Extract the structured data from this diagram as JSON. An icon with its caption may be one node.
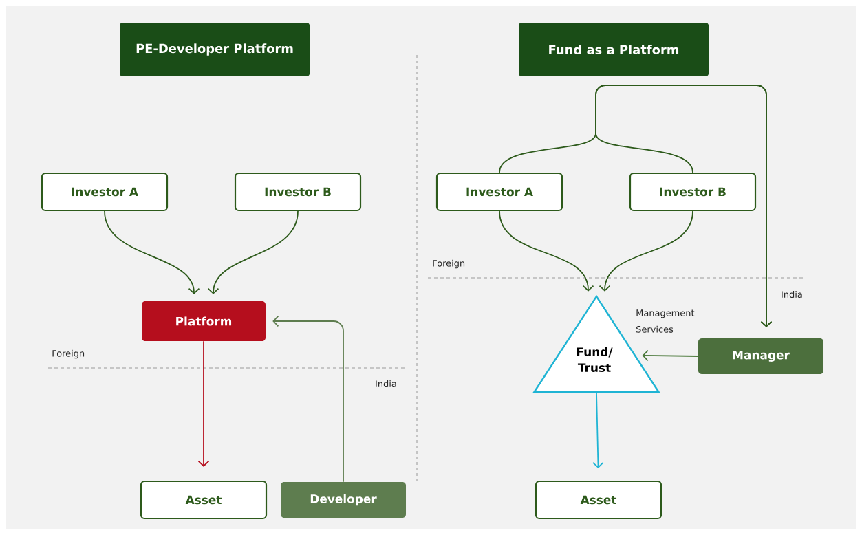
{
  "diagram": {
    "nodes": [
      {
        "text": [
          "PE-Developer Platform"
        ]
      },
      {
        "text": [
          "Investor A"
        ]
      },
      {
        "text": [
          "Investor B"
        ]
      },
      {
        "text": [
          "Platform"
        ]
      },
      {
        "text": [
          "Asset"
        ]
      },
      {
        "text": [
          "Developer"
        ]
      },
      {
        "text": [
          "Fund as a Platform"
        ]
      },
      {
        "text": [
          "Investor A"
        ]
      },
      {
        "text": [
          "Investor B"
        ]
      },
      {
        "text": [
          "Fund/ Trust"
        ]
      },
      {
        "text": [
          "Manager"
        ]
      },
      {
        "text": [
          "Asset"
        ]
      }
    ],
    "edges": [
      {
        "from": 1,
        "to": 3,
        "arrow": "to"
      },
      {
        "from": 2,
        "to": 3,
        "arrow": "to"
      },
      {
        "from": 3,
        "to": 4,
        "arrow": "to",
        "color": "#b50e1d"
      },
      {
        "from": 5,
        "to": 3,
        "arrow": "to",
        "color": "#5e7d4f"
      },
      {
        "from": 7,
        "to": 9,
        "arrow": "to"
      },
      {
        "from": 8,
        "to": 9,
        "arrow": "to"
      },
      {
        "from": 7,
        "to": 10,
        "arrow": "to"
      },
      {
        "from": 8,
        "to": 10,
        "arrow": "to"
      },
      {
        "from": 10,
        "to": 9,
        "arrow": "to",
        "label": "Management Services",
        "color": "#4c7a3c"
      },
      {
        "from": 9,
        "to": 11,
        "arrow": "to",
        "color": "#1fb4d4"
      }
    ],
    "labels": [
      "Foreign",
      "India",
      "Foreign",
      "India"
    ]
  }
}
